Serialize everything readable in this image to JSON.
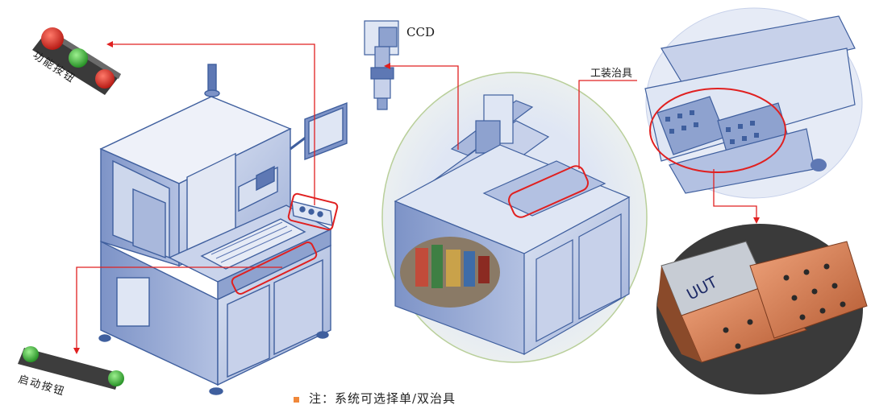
{
  "labels": {
    "ccd": "CCD",
    "fixture": "工装治具",
    "function_buttons": "功能按钮",
    "start_buttons": "启动按钮",
    "uut": "UUT"
  },
  "note": {
    "text": "注：系统可选择单/双治具"
  },
  "colors": {
    "machine_blue": "#3f5f9e",
    "machine_light": "#c7d1ea",
    "highlight_red": "#e02020",
    "indicator_red": "#d8302a",
    "indicator_green": "#3cbd3c",
    "copper": "#d9825a",
    "note_bullet": "#f0883a"
  }
}
